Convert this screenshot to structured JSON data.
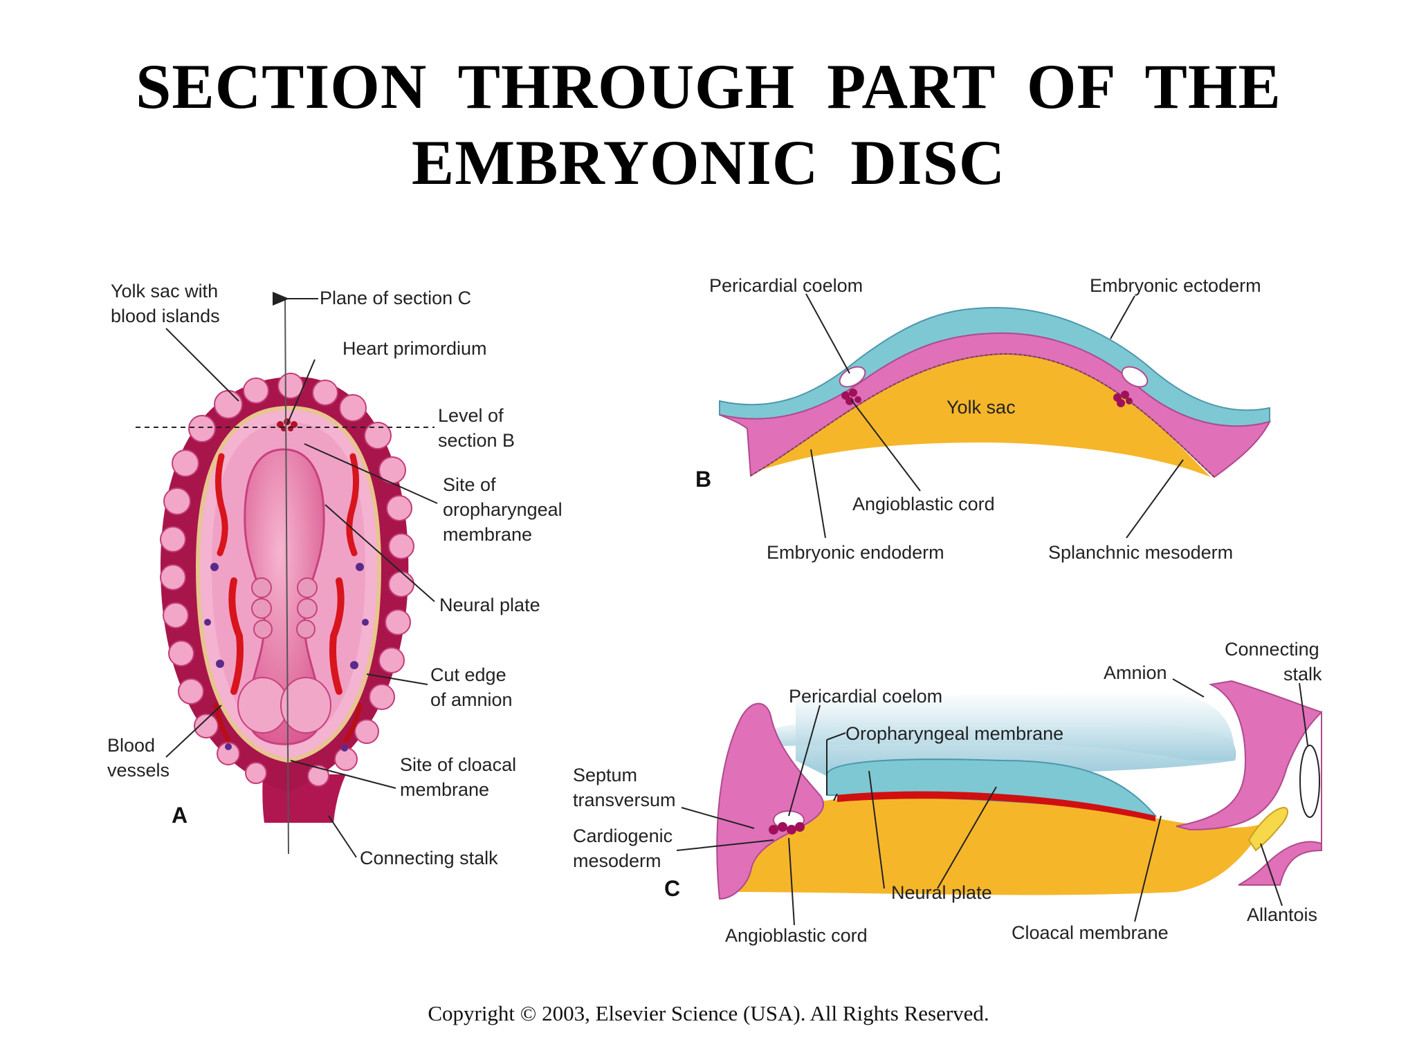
{
  "title": {
    "line1": "SECTION THROUGH PART OF THE",
    "line2": "EMBRYONIC DISC"
  },
  "panels": {
    "a": "A",
    "b": "B",
    "c": "C"
  },
  "labels_a": {
    "yolk_sac_1": "Yolk sac with",
    "yolk_sac_2": "blood islands",
    "plane_c": "Plane of section C",
    "heart": "Heart primordium",
    "level_b_1": "Level of",
    "level_b_2": "section B",
    "oro_1": "Site of",
    "oro_2": "oropharyngeal",
    "oro_3": "membrane",
    "neural_plate": "Neural plate",
    "cut_1": "Cut edge",
    "cut_2": "of amnion",
    "blood_1": "Blood",
    "blood_2": "vessels",
    "cloacal_1": "Site of cloacal",
    "cloacal_2": "membrane",
    "stalk": "Connecting stalk"
  },
  "labels_b": {
    "pericardial": "Pericardial coelom",
    "ectoderm": "Embryonic ectoderm",
    "yolk": "Yolk sac",
    "angio": "Angioblastic cord",
    "endoderm": "Embryonic endoderm",
    "splanchnic": "Splanchnic mesoderm"
  },
  "labels_c": {
    "connecting_1": "Connecting",
    "connecting_2": "stalk",
    "amnion": "Amnion",
    "pericardial": "Pericardial coelom",
    "oro": "Oropharyngeal membrane",
    "septum_1": "Septum",
    "septum_2": "transversum",
    "cardio_1": "Cardiogenic",
    "cardio_2": "mesoderm",
    "neural_plate": "Neural plate",
    "angio": "Angioblastic cord",
    "cloacal": "Cloacal membrane",
    "allantois": "Allantois"
  },
  "copyright": "Copyright © 2003, Elsevier Science (USA). All Rights Reserved.",
  "colors": {
    "pink": "#e070b8",
    "magenta_dark": "#9e1044",
    "yolk": "#f6b62a",
    "ectoderm_blue": "#7ec8d4",
    "amnion_fade": "#dbeef4",
    "neural_red": "#d01010"
  }
}
